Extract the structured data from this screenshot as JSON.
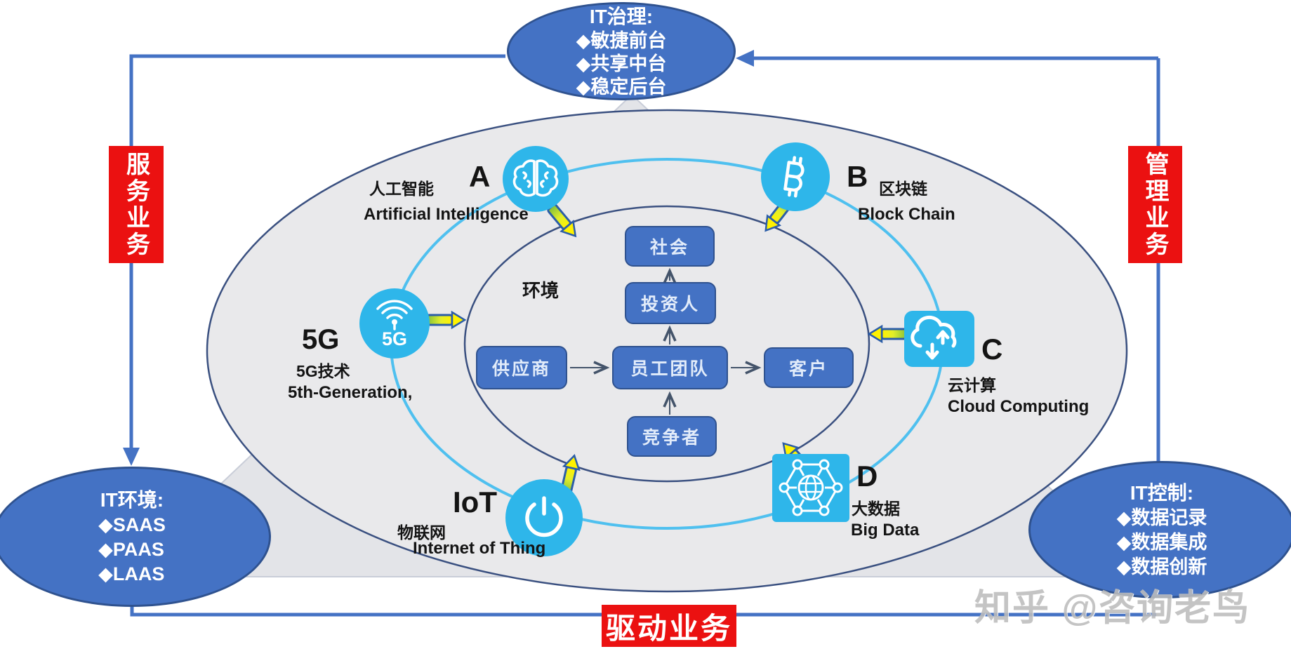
{
  "colors": {
    "primary_blue": "#4472C4",
    "primary_blue_border": "#2F528F",
    "icon_blue": "#2EB6EA",
    "ring_blue": "#4FC0EF",
    "navy_outline": "#3A5080",
    "red": "#EB1111",
    "arrow_green": "#8CC63F",
    "arrow_yellow": "#FFF200",
    "gray_fill": "#E9E9EB"
  },
  "top_ellipse": {
    "title": "IT治理:",
    "items": [
      "◆敏捷前台",
      "◆共享中台",
      "◆稳定后台"
    ]
  },
  "left_label": "服务业务",
  "right_label": "管理业务",
  "bottom_label": "驱动业务",
  "bottom_left_ellipse": {
    "title": "IT环境:",
    "items": [
      "◆SAAS",
      "◆PAAS",
      "◆LAAS"
    ]
  },
  "bottom_right_ellipse": {
    "title": "IT控制:",
    "items": [
      "◆数据记录",
      "◆数据集成",
      "◆数据创新"
    ]
  },
  "center": {
    "environment_label": "环境",
    "boxes": {
      "society": "社会",
      "investor": "投资人",
      "supplier": "供应商",
      "team": "员工团队",
      "customer": "客户",
      "competitor": "竞争者"
    }
  },
  "technologies": {
    "ai": {
      "letter": "A",
      "zh": "人工智能",
      "en": "Artificial Intelligence"
    },
    "blockchain": {
      "letter": "B",
      "zh": "区块链",
      "en": "Block Chain"
    },
    "cloud": {
      "letter": "C",
      "zh": "云计算",
      "en": "Cloud Computing"
    },
    "bigdata": {
      "letter": "D",
      "zh": "大数据",
      "en": "Big Data"
    },
    "g5": {
      "letter": "5G",
      "zh": "5G技术",
      "en": "5th-Generation,",
      "icon_text": "5G"
    },
    "iot": {
      "letter": "IoT",
      "zh": "物联网",
      "en": "Internet of Thing"
    }
  },
  "watermark": "知乎 @咨询老鸟"
}
